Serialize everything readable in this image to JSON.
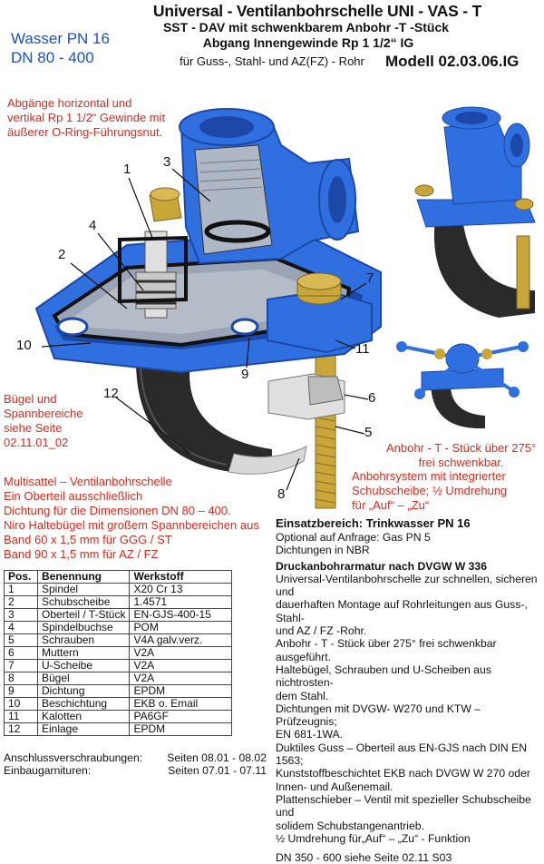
{
  "header": {
    "title": "Universal - Ventilanbohrschelle UNI - VAS - T",
    "subtitle": "SST - DAV  mit schwenkbarem Anbohr -T -Stück",
    "outlet": "Abgang Innengewinde Rp 1 1/2“ IG",
    "pipes": "für Guss-, Stahl- und AZ(FZ) - Rohr",
    "model": "Modell 02.03.06.IG"
  },
  "badge": {
    "line1": "Wasser PN 16",
    "line2": "DN 80 - 400"
  },
  "notes": {
    "outlets": [
      "Abgänge horizontal und",
      "vertikal  Rp 1 1/2“ Gewinde mit",
      "äußerer O-Ring-Führungsnut."
    ],
    "straps": [
      "Bügel und",
      "Spannbereiche",
      "siehe Seite",
      "02.11.01_02"
    ],
    "tee": [
      "Anbohr - T - Stück über 275°",
      "frei schwenkbar."
    ],
    "system": [
      "Anbohrsystem mit integrierter",
      "Schubscheibe;  ½ Umdrehung",
      "für „Auf“ – „Zu“"
    ],
    "saddle": [
      "Multisattel – Ventilanbohrschelle",
      "Ein Oberteil ausschließlich",
      "Dichtung für die Dimensionen DN 80 – 400.",
      "Niro Haltebügel mit großem Spannbereichen aus",
      "Band 60 x 1,5 mm für GGG / ST",
      "Band 90 x 1,5 mm für AZ / FZ"
    ]
  },
  "callouts": [
    "1",
    "2",
    "3",
    "4",
    "5",
    "6",
    "7",
    "8",
    "9",
    "10",
    "11",
    "12"
  ],
  "parts_table": {
    "headers": [
      "Pos.",
      "Benennung",
      "Werkstoff"
    ],
    "rows": [
      [
        "1",
        "Spindel",
        "X20 Cr 13"
      ],
      [
        "2",
        "Schubscheibe",
        "1.4571"
      ],
      [
        "3",
        "Oberteil / T-Stück",
        "EN-GJS-400-15"
      ],
      [
        "4",
        "Spindelbuchse",
        "POM"
      ],
      [
        "5",
        "Schrauben",
        "V4A galv.verz."
      ],
      [
        "6",
        "Muttern",
        "V2A"
      ],
      [
        "7",
        "U-Scheibe",
        "V2A"
      ],
      [
        "8",
        "Bügel",
        "V2A"
      ],
      [
        "9",
        "Dichtung",
        "EPDM"
      ],
      [
        "10",
        "Beschichtung",
        "EKB o. Email"
      ],
      [
        "11",
        "Kalotten",
        "PA6GF"
      ],
      [
        "12",
        "Einlage",
        "EPDM"
      ]
    ]
  },
  "footer": [
    {
      "label": "Anschlussverschraubungen:",
      "value": "Seiten 08.01 - 08.02"
    },
    {
      "label": "Einbaugarnituren:",
      "value": "Seiten 07.01 - 07.11"
    }
  ],
  "spec": {
    "heading": "Einsatzbereich:  Trinkwasser PN 16",
    "lines": [
      "Optional auf Anfrage: Gas PN 5",
      "Dichtungen in NBR"
    ],
    "heading2": "Druckanbohrarmatur nach DVGW W 336",
    "body": [
      "Universal-Ventilanbohrschelle zur schnellen, sicheren und",
      "dauerhaften Montage auf Rohrleitungen aus Guss-, Stahl-",
      "und AZ / FZ -Rohr.",
      "Anbohr - T - Stück über 275° frei schwenkbar ausgeführt.",
      "Haltebügel, Schrauben und U-Scheiben aus nichtrosten-",
      "dem Stahl.",
      "Dichtungen mit DVGW- W270 und KTW – Prüfzeugnis;",
      "EN 681-1WA.",
      "Duktiles Guss – Oberteil aus EN-GJS nach DIN EN  1563;",
      "Kunststoffbeschichtet EKB nach DVGW W 270 oder",
      "Innen- und Außenemail.",
      "Plattenschieber – Ventil mit spezieller Schubscheibe und",
      "solidem Schubstangenantrieb.",
      "½ Umdrehung für„Auf“ – „Zu“ - Funktion"
    ],
    "dn": "DN  350 - 600 siehe Seite 02.11 S03"
  },
  "colors": {
    "casting": "#2f6fe0",
    "casting_dark": "#1c49a8",
    "rubber": "#2a2a2a",
    "brass": "#c9a63a",
    "note_red": "#e4261a",
    "badge_blue": "#1a4fd0"
  }
}
